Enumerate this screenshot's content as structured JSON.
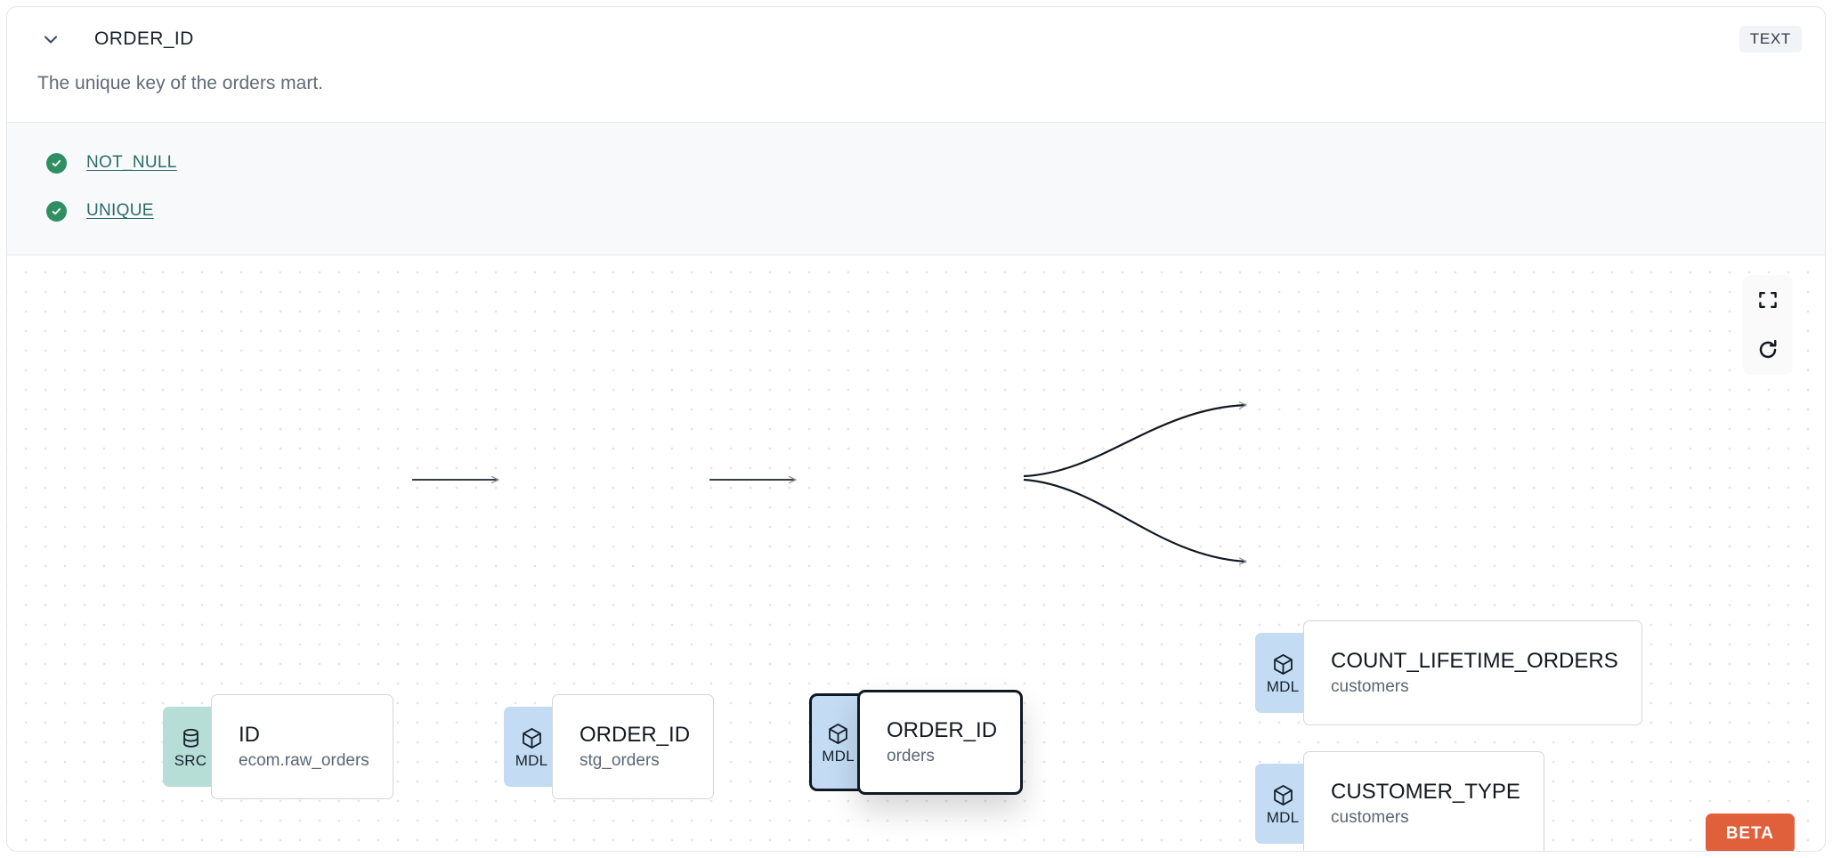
{
  "header": {
    "collapse_icon": "chevron-down-icon",
    "title": "ORDER_ID",
    "type_badge": "TEXT"
  },
  "description": "The unique key of the orders mart.",
  "tests": {
    "items": [
      {
        "icon": "check-circle-icon",
        "label": "NOT_NULL",
        "status": "pass"
      },
      {
        "icon": "check-circle-icon",
        "label": "UNIQUE",
        "status": "pass"
      }
    ]
  },
  "lineage": {
    "nodes": [
      {
        "id": "src_id",
        "badge": "SRC",
        "badge_icon": "database-icon",
        "name": "ID",
        "sub": "ecom.raw_orders",
        "selected": false
      },
      {
        "id": "stg",
        "badge": "MDL",
        "badge_icon": "cube-icon",
        "name": "ORDER_ID",
        "sub": "stg_orders",
        "selected": false
      },
      {
        "id": "orders",
        "badge": "MDL",
        "badge_icon": "cube-icon",
        "name": "ORDER_ID",
        "sub": "orders",
        "selected": true
      },
      {
        "id": "clo",
        "badge": "MDL",
        "badge_icon": "cube-icon",
        "name": "COUNT_LIFETIME_ORDERS",
        "sub": "customers",
        "selected": false
      },
      {
        "id": "ctype",
        "badge": "MDL",
        "badge_icon": "cube-icon",
        "name": "CUSTOMER_TYPE",
        "sub": "customers",
        "selected": false
      }
    ],
    "edges": [
      {
        "from": "src_id",
        "to": "stg"
      },
      {
        "from": "stg",
        "to": "orders"
      },
      {
        "from": "orders",
        "to": "clo"
      },
      {
        "from": "orders",
        "to": "ctype"
      }
    ],
    "controls": [
      {
        "name": "fit-view-button",
        "icon": "fit-screen-icon"
      },
      {
        "name": "reset-view-button",
        "icon": "refresh-icon"
      }
    ],
    "beta_label": "BETA"
  },
  "colors": {
    "src_badge": "#b6ded7",
    "mdl_badge": "#c3dcf3",
    "test_pass": "#2f8f63",
    "test_link": "#2a6b67",
    "beta": "#e0603c",
    "selected_border": "#111821",
    "canvas_dot": "#e4e5e7"
  }
}
